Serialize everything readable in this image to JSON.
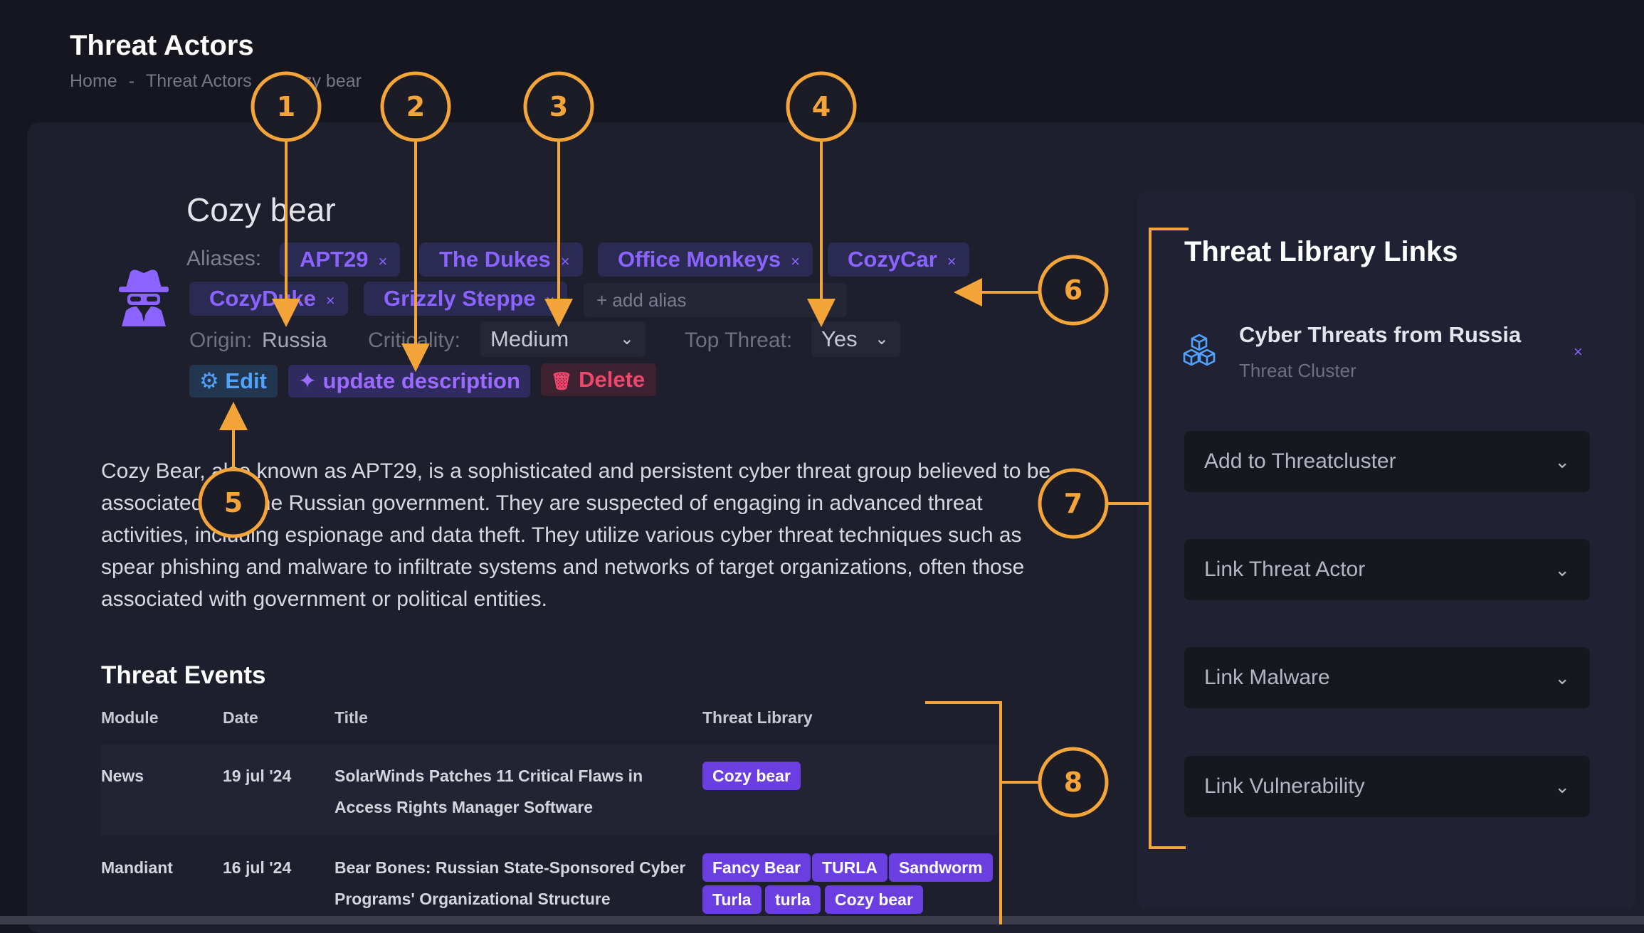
{
  "page": {
    "title": "Threat Actors",
    "breadcrumb": [
      "Home",
      "Threat Actors",
      "Cozy bear"
    ],
    "breadcrumb_sep": "-"
  },
  "actor": {
    "name": "Cozy bear",
    "aliases_label": "Aliases:",
    "aliases": [
      "APT29",
      "The Dukes",
      "Office Monkeys",
      "CozyCar",
      "CozyDuke",
      "Grizzly Steppe"
    ],
    "alias_remove_glyph": "×",
    "add_alias_placeholder": "+ add alias",
    "origin_label": "Origin:",
    "origin_value": "Russia",
    "criticality_label": "Criticality:",
    "criticality_value": "Medium",
    "top_threat_label": "Top Threat:",
    "top_threat_value": "Yes",
    "edit_label": "Edit",
    "update_description_label": "update description",
    "delete_label": "Delete",
    "description": "Cozy Bear, also known as APT29, is a sophisticated and persistent cyber threat group believed to be associated with the Russian government. They are suspected of engaging in advanced threat activities, including espionage and data theft. They utilize various cyber threat techniques such as spear phishing and malware to infiltrate systems and networks of target organizations, often those associated with government or political entities."
  },
  "events": {
    "title": "Threat Events",
    "columns": [
      "Module",
      "Date",
      "Title",
      "Threat Library"
    ],
    "rows": [
      {
        "module": "News",
        "date": "19 jul '24",
        "title_line1": "SolarWinds Patches 11 Critical Flaws in",
        "title_line2": "Access Rights Manager Software",
        "tags": [
          "Cozy bear"
        ]
      },
      {
        "module": "Mandiant",
        "date": "16 jul '24",
        "title_line1": "Bear Bones: Russian State-Sponsored Cyber",
        "title_line2": "Programs' Organizational Structure",
        "tags": [
          "Fancy Bear",
          "TURLA",
          "Sandworm",
          "Turla",
          "turla",
          "Cozy bear"
        ]
      }
    ]
  },
  "right_panel": {
    "title": "Threat Library Links",
    "linked": {
      "title": "Cyber Threats from Russia",
      "subtitle": "Threat Cluster",
      "remove_glyph": "×",
      "icon": "cube-cluster-icon"
    },
    "dropdowns": [
      "Add to Threatcluster",
      "Link Threat Actor",
      "Link Malware",
      "Link Vulnerability"
    ]
  },
  "callouts": [
    "1",
    "2",
    "3",
    "4",
    "5",
    "6",
    "7",
    "8"
  ],
  "colors": {
    "background": "#15161f",
    "card": "#1e1f2d",
    "accent_purple": "#8b64ff",
    "alias_chip_bg": "#2b2a52",
    "tag_bg": "#6a3ee0",
    "edit_blue": "#4fa3ff",
    "delete_red": "#f0476d",
    "callout_orange": "#f4a53a"
  }
}
